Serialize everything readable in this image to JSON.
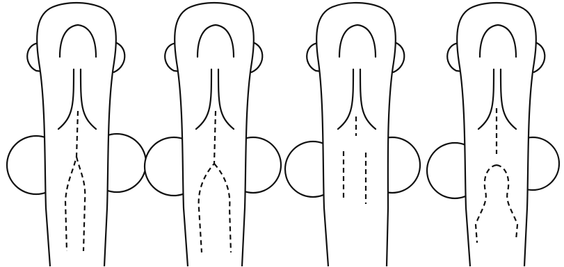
{
  "figure": {
    "panel_count": 4,
    "line_color": "#111111",
    "background": "#ffffff",
    "panels": [
      {
        "id": "panel-1",
        "dashed_pattern": "midline-splitting-into-two-converging-lines"
      },
      {
        "id": "panel-2",
        "dashed_pattern": "midline-splitting-into-wide-arch"
      },
      {
        "id": "panel-3",
        "dashed_pattern": "short-midline-and-two-parallel-lines"
      },
      {
        "id": "panel-4",
        "dashed_pattern": "midline-into-wavy-bulb"
      }
    ]
  }
}
